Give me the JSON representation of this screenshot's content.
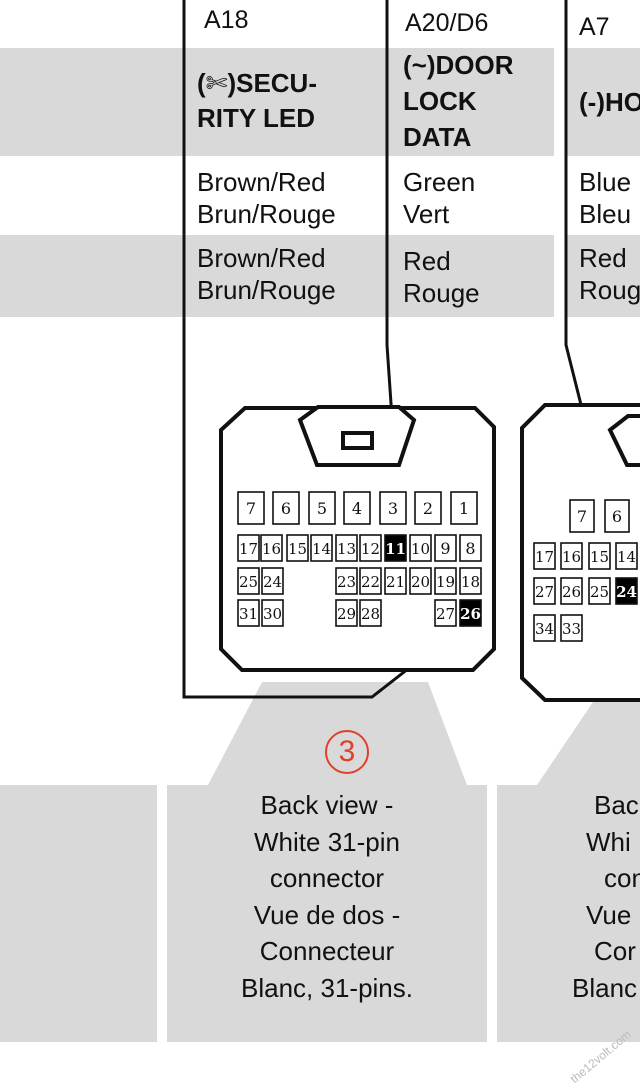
{
  "columns": [
    {
      "code": "A18",
      "function": [
        "(✄)SECU-",
        "RITY LED"
      ],
      "wire1": [
        "Brown/Red",
        "Brun/Rouge"
      ],
      "wire2": [
        "Brown/Red",
        "Brun/Rouge"
      ]
    },
    {
      "code": "A20/D6",
      "function": [
        "(~)DOOR",
        "LOCK",
        "DATA"
      ],
      "wire1": [
        "Green",
        "Vert"
      ],
      "wire2": [
        "Red",
        "Rouge"
      ]
    },
    {
      "code": "A7",
      "function": [
        "(-)HO"
      ],
      "wire1": [
        "Blue",
        "Bleu"
      ],
      "wire2": [
        "Red",
        "Roug"
      ]
    }
  ],
  "connector1": {
    "rows": [
      [
        "7",
        "6",
        "5",
        "4",
        "3",
        "2",
        "1"
      ],
      [
        "17",
        "16",
        "15",
        "14",
        "13",
        "12",
        "11",
        "10",
        "9",
        "8"
      ],
      [
        "25",
        "24",
        "23",
        "22",
        "21",
        "20",
        "19",
        "18"
      ],
      [
        "31",
        "30",
        "29",
        "28",
        "27",
        "26"
      ]
    ],
    "highlighted_pins": [
      "11",
      "26"
    ]
  },
  "connector2": {
    "rows": [
      [
        "7",
        "6"
      ],
      [
        "17",
        "16",
        "15",
        "14"
      ],
      [
        "27",
        "26",
        "25",
        "24"
      ],
      [
        "34",
        "33"
      ]
    ],
    "highlighted_pins": [
      "24"
    ]
  },
  "step_marker": "3",
  "captions": [
    [
      "Back view -",
      "White 31-pin",
      "connector",
      "Vue de dos -",
      "Connecteur",
      "Blanc, 31-pins."
    ],
    [
      "Bac",
      "Whi",
      "con",
      "Vue",
      "Cor",
      "Blanc"
    ]
  ],
  "watermark": "the12volt.com",
  "colors": {
    "band": "#d9d9d9",
    "highlight": "#000000",
    "step": "#e0402a"
  }
}
